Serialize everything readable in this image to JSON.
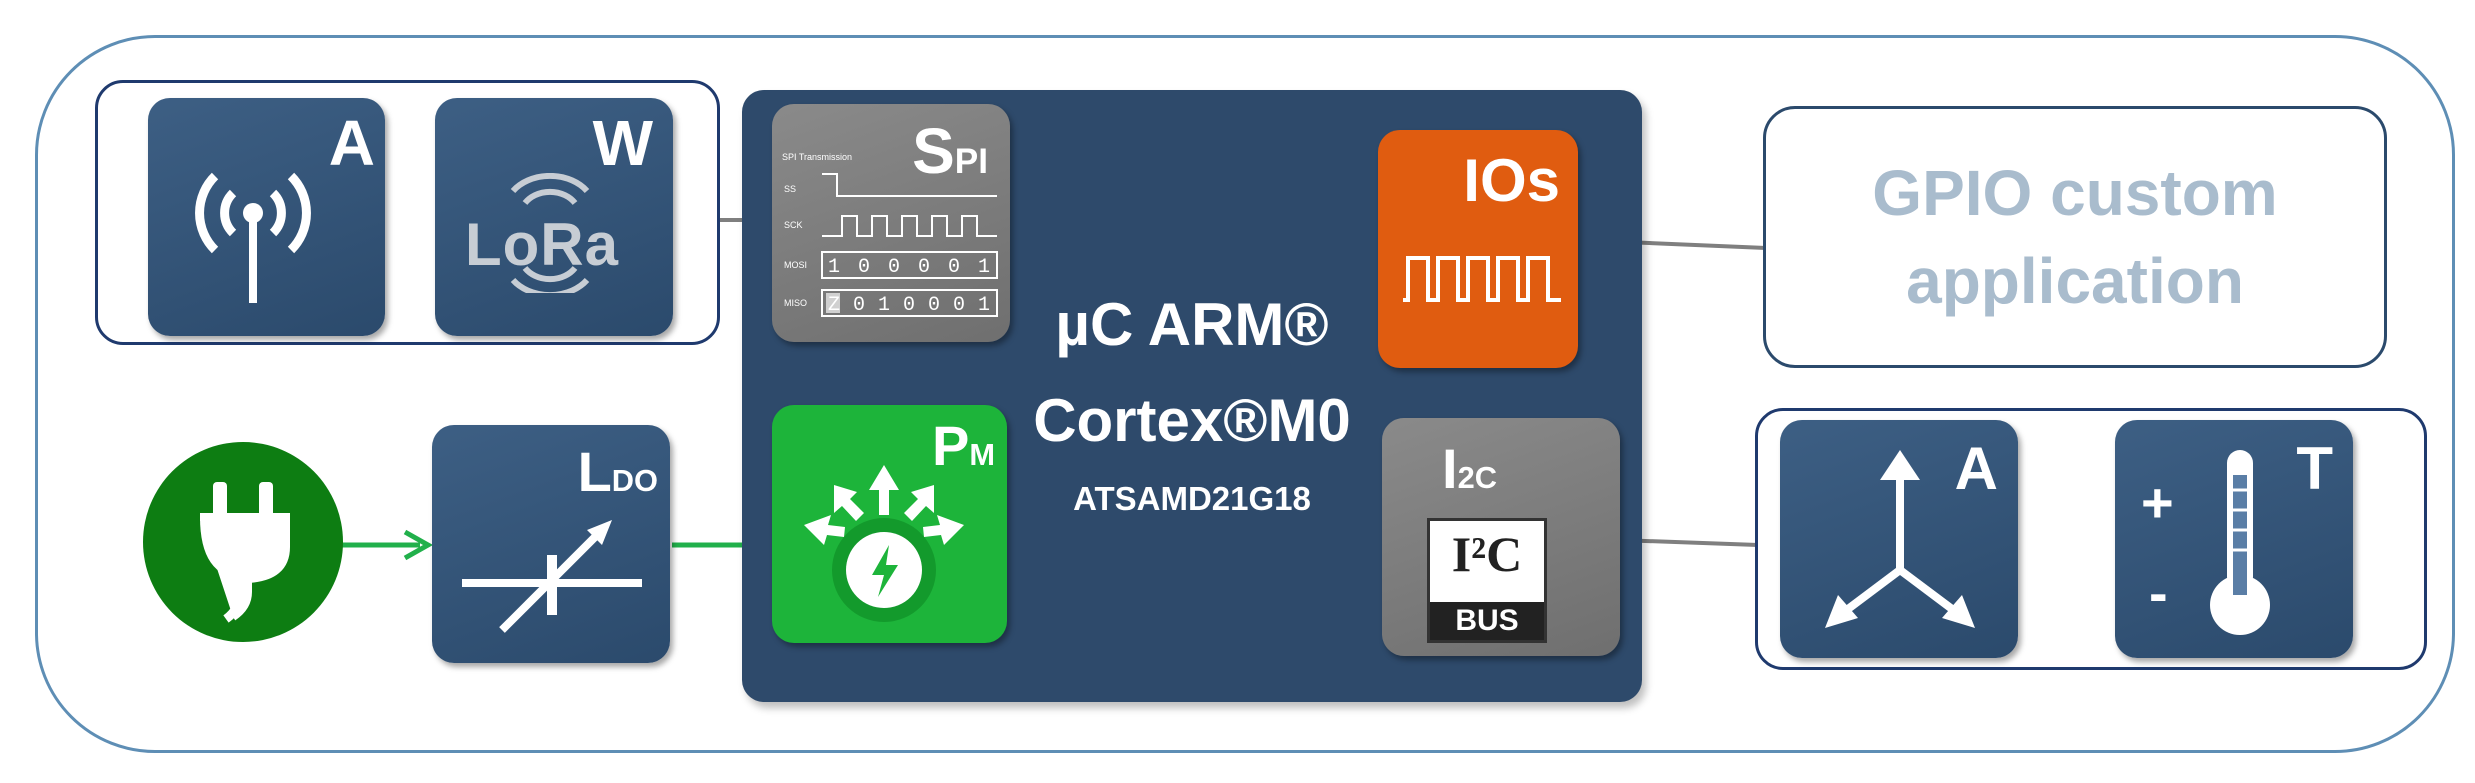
{
  "mcu": {
    "line1": "µC ARM®",
    "line2": "Cortex®M0",
    "part": "ATSAMD21G18"
  },
  "tiles": {
    "antenna": {
      "letter": "A",
      "icon": "antenna-icon"
    },
    "lora": {
      "letter": "W",
      "logo_text": "LoRa",
      "icon": "lora-logo"
    },
    "spi": {
      "letter": "S",
      "sub": "PI",
      "icon": "spi-timing-diagram-icon",
      "diagram_labels": [
        "SPI Transmission",
        "SS",
        "SCK",
        "MOSI",
        "MISO"
      ],
      "mosi_bits": [
        "1",
        "0",
        "0",
        "0",
        "0",
        "1"
      ],
      "miso_bits": [
        "Z",
        "0",
        "1",
        "0",
        "0",
        "0",
        "1"
      ]
    },
    "ios": {
      "letter": "IOs",
      "icon": "square-wave-icon"
    },
    "power": {
      "letter": "P",
      "sub": "M",
      "icon": "power-management-icon"
    },
    "i2c": {
      "letter": "I",
      "sub": "2C",
      "logo_line1": "I²C",
      "logo_line2": "BUS",
      "icon": "i2c-bus-logo"
    },
    "ldo": {
      "letter": "L",
      "sub": "DO",
      "icon": "variable-regulator-icon"
    },
    "plug": {
      "icon": "power-plug-icon"
    },
    "accel": {
      "letter": "A",
      "icon": "accelerometer-axes-icon"
    },
    "temp": {
      "letter": "T",
      "plus": "+",
      "minus": "-",
      "icon": "thermometer-icon"
    }
  },
  "gpio": {
    "line1": "GPIO custom",
    "line2": "application"
  },
  "colors": {
    "tile_blue": "#2e4a6b",
    "ios_orange": "#e05c10",
    "power_green": "#1db43a",
    "plug_green": "#0d7d12",
    "gray": "#7d7d7d",
    "gpio_text": "#a9bccd"
  }
}
